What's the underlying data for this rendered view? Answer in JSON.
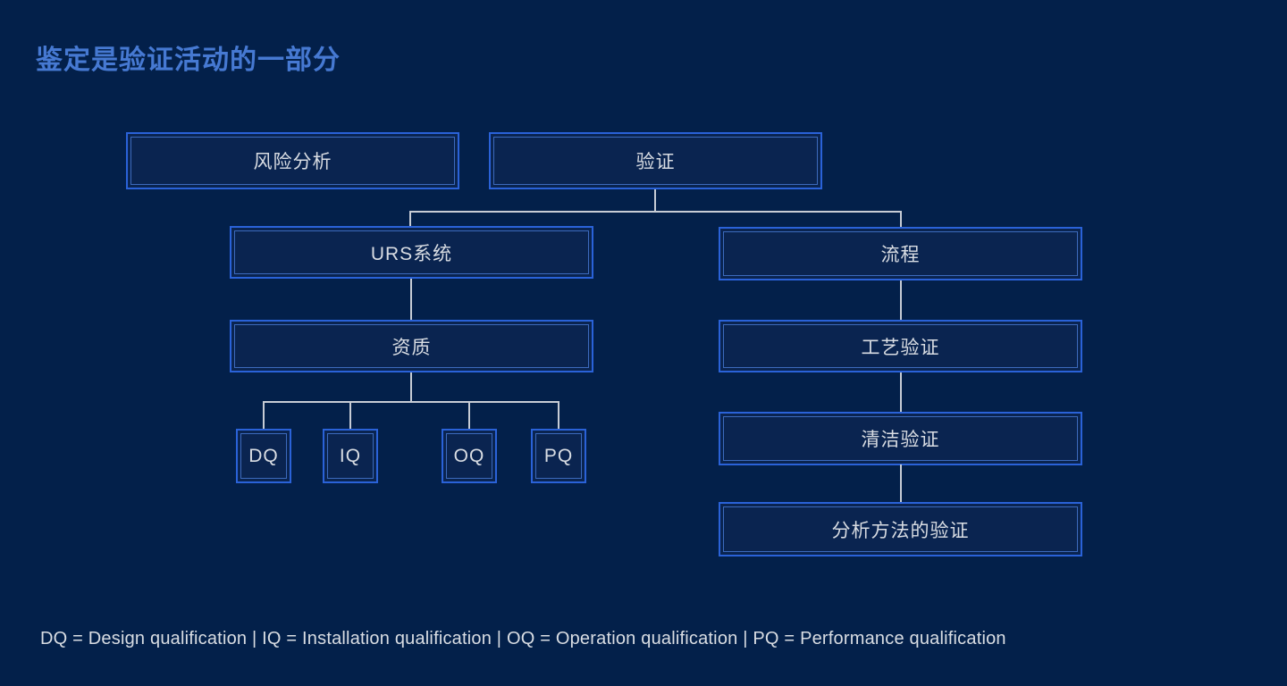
{
  "title": "鉴定是验证活动的一部分",
  "diagram": {
    "nodes": {
      "risk_analysis": {
        "label": "风险分析"
      },
      "validation": {
        "label": "验证"
      },
      "urs_system": {
        "label": "URS系统"
      },
      "process": {
        "label": "流程"
      },
      "qualification": {
        "label": "资质"
      },
      "dq": {
        "label": "DQ"
      },
      "iq": {
        "label": "IQ"
      },
      "oq": {
        "label": "OQ"
      },
      "pq": {
        "label": "PQ"
      },
      "process_validation": {
        "label": "工艺验证"
      },
      "cleaning_validation": {
        "label": "清洁验证"
      },
      "analytical_method_validation": {
        "label": "分析方法的验证"
      }
    }
  },
  "footer": {
    "legend": "DQ = Design qualification | IQ = Installation qualification | OQ = Operation qualification | PQ = Performance qualification"
  },
  "colors": {
    "background": "#03204a",
    "box_fill": "#0a2450",
    "box_border": "#2a62d8",
    "box_inner_border": "#4d82e0",
    "connector": "#c7ccd5",
    "title_color": "#4679d2",
    "text_color": "#d9dde3"
  }
}
